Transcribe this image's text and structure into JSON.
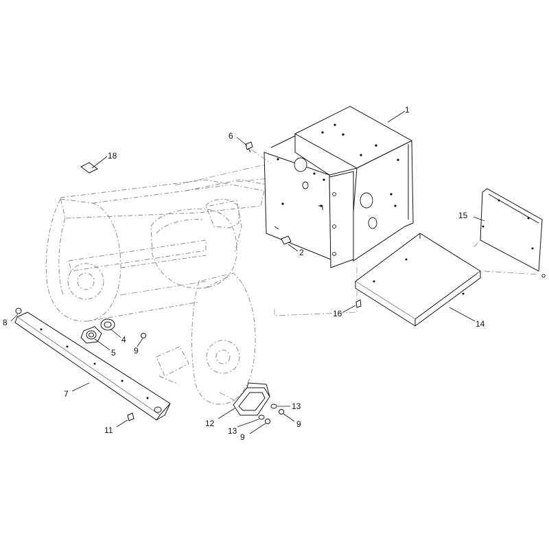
{
  "colors": {
    "line": "#111111",
    "ghost": "#8a8a8a",
    "background": "#ffffff"
  },
  "callouts": [
    {
      "id": "c1",
      "label": "1"
    },
    {
      "id": "c2",
      "label": "2"
    },
    {
      "id": "c4",
      "label": "4"
    },
    {
      "id": "c5",
      "label": "5"
    },
    {
      "id": "c6",
      "label": "6"
    },
    {
      "id": "c7",
      "label": "7"
    },
    {
      "id": "c8",
      "label": "8"
    },
    {
      "id": "c9a",
      "label": "9"
    },
    {
      "id": "c9b",
      "label": "9"
    },
    {
      "id": "c9c",
      "label": "9"
    },
    {
      "id": "c11",
      "label": "11"
    },
    {
      "id": "c12",
      "label": "12"
    },
    {
      "id": "c13a",
      "label": "13"
    },
    {
      "id": "c13b",
      "label": "13"
    },
    {
      "id": "c14",
      "label": "14"
    },
    {
      "id": "c15",
      "label": "15"
    },
    {
      "id": "c16",
      "label": "16"
    },
    {
      "id": "c18",
      "label": "18"
    }
  ]
}
